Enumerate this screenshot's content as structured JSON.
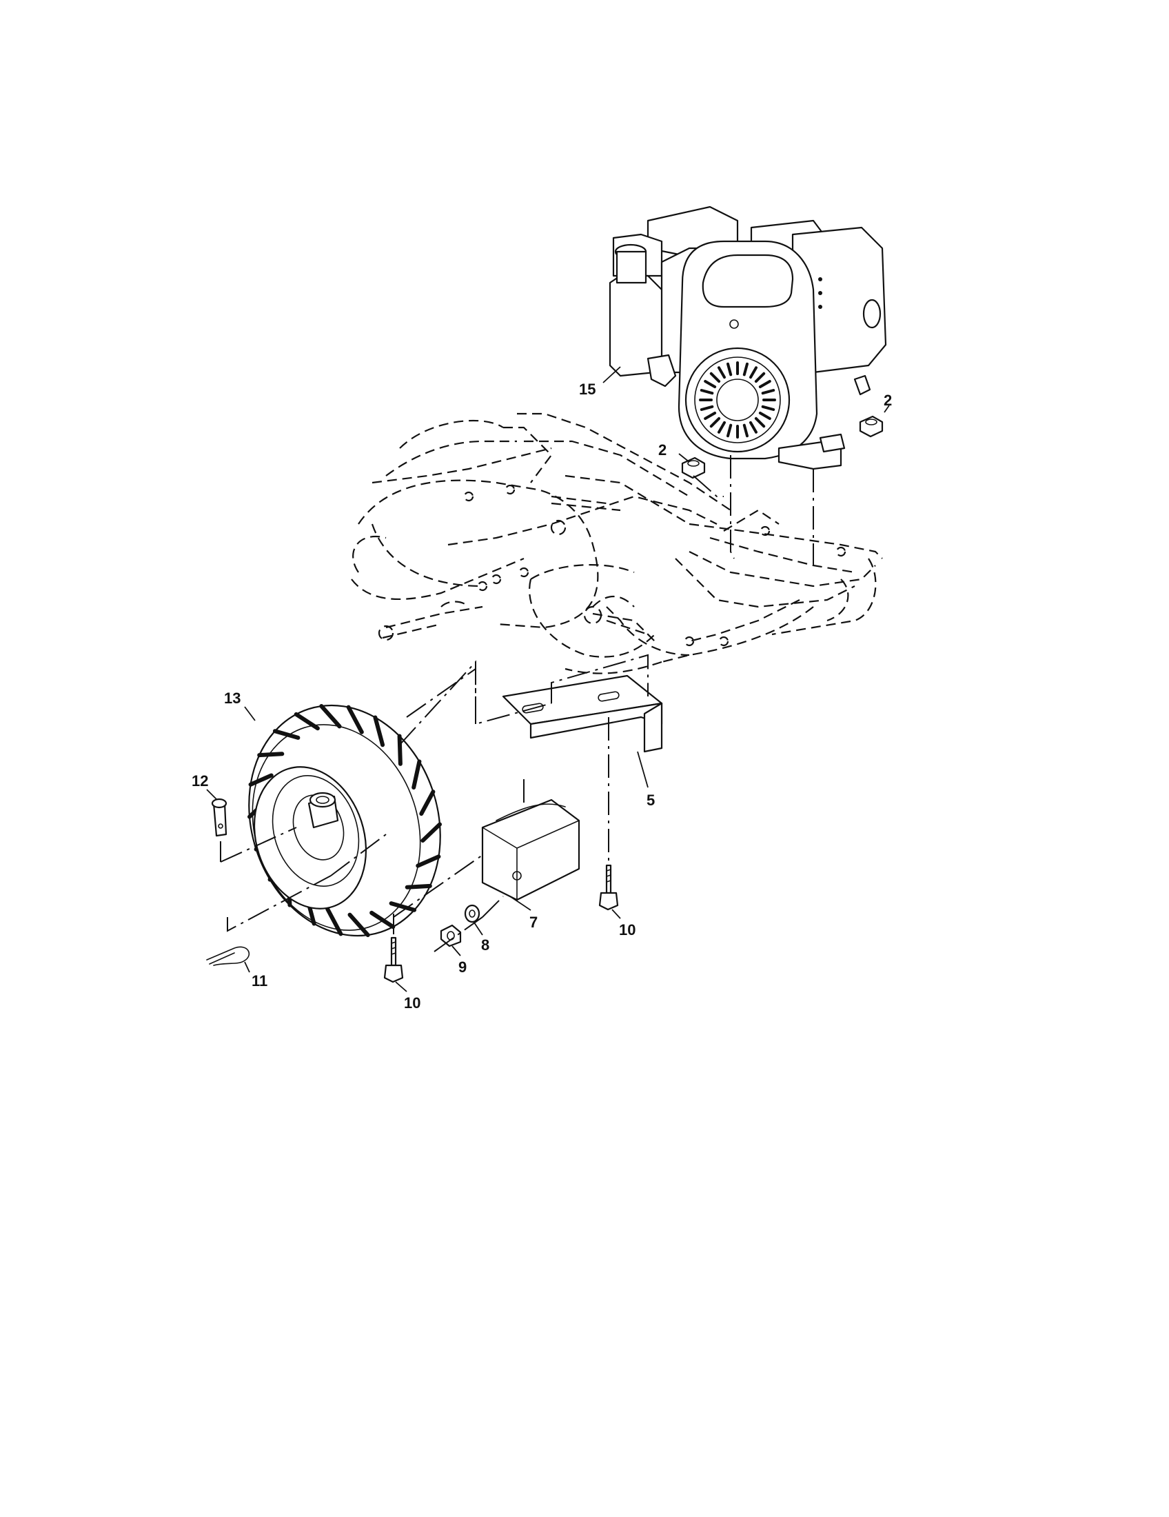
{
  "callouts": {
    "engine": "15",
    "nut_left": "2",
    "nut_right": "2",
    "wheel": "13",
    "clevis_pin": "12",
    "hairpin_clip": "11",
    "bracket": "5",
    "weight": "7",
    "washer": "8",
    "nut": "9",
    "bolt_left": "10",
    "bolt_right": "10"
  }
}
